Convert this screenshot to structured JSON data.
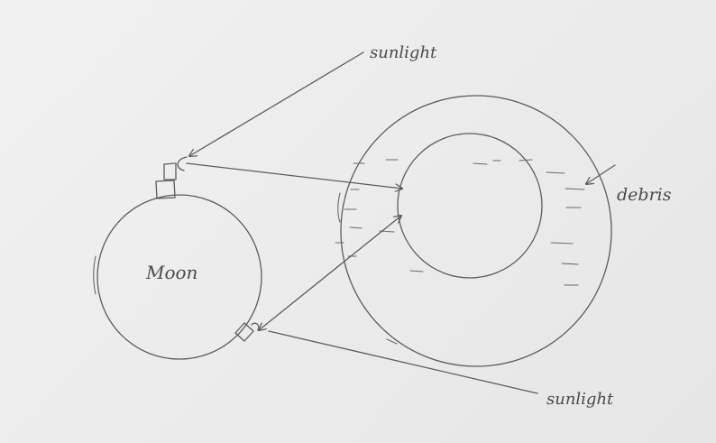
{
  "diagram": {
    "labels": {
      "moon": "Moon",
      "sunlight_top": "sunlight",
      "sunlight_bottom": "sunlight",
      "debris": "debris"
    },
    "colors": {
      "paper": "#ececec",
      "ink": "#5c5c5c"
    }
  }
}
